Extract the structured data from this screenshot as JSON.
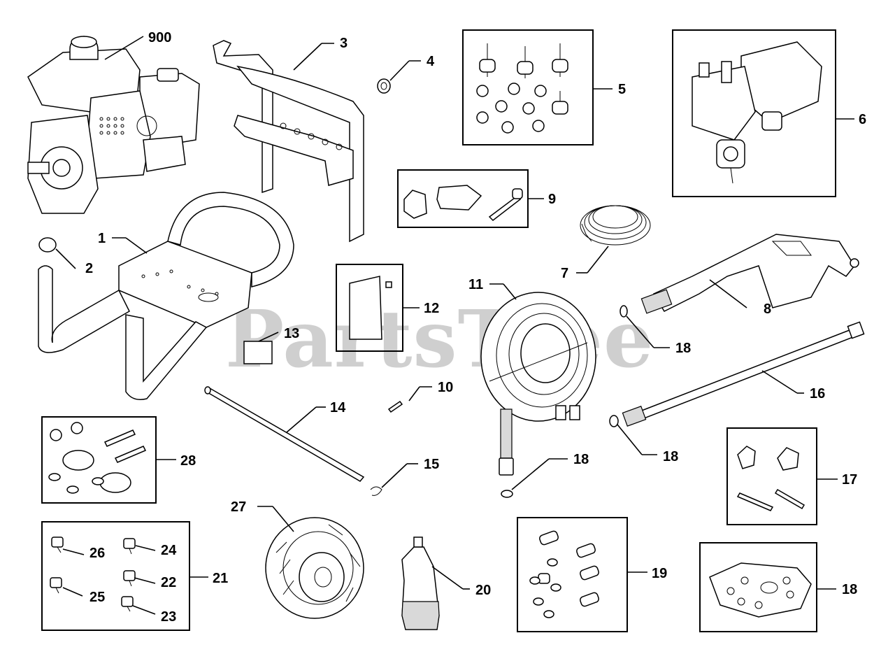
{
  "watermark": "PartsTree",
  "callouts": {
    "c900": "900",
    "c3": "3",
    "c4": "4",
    "c5": "5",
    "c6": "6",
    "c9": "9",
    "c7": "7",
    "c1": "1",
    "c2": "2",
    "c12": "12",
    "c11": "11",
    "c8": "8",
    "c18a": "18",
    "c13": "13",
    "c16": "16",
    "c10": "10",
    "c14": "14",
    "c28": "28",
    "c15": "15",
    "c18b": "18",
    "c18c": "18",
    "c17": "17",
    "c27": "27",
    "c26": "26",
    "c24": "24",
    "c22": "22",
    "c21": "21",
    "c25": "25",
    "c23": "23",
    "c20": "20",
    "c19": "19",
    "c18d": "18"
  }
}
